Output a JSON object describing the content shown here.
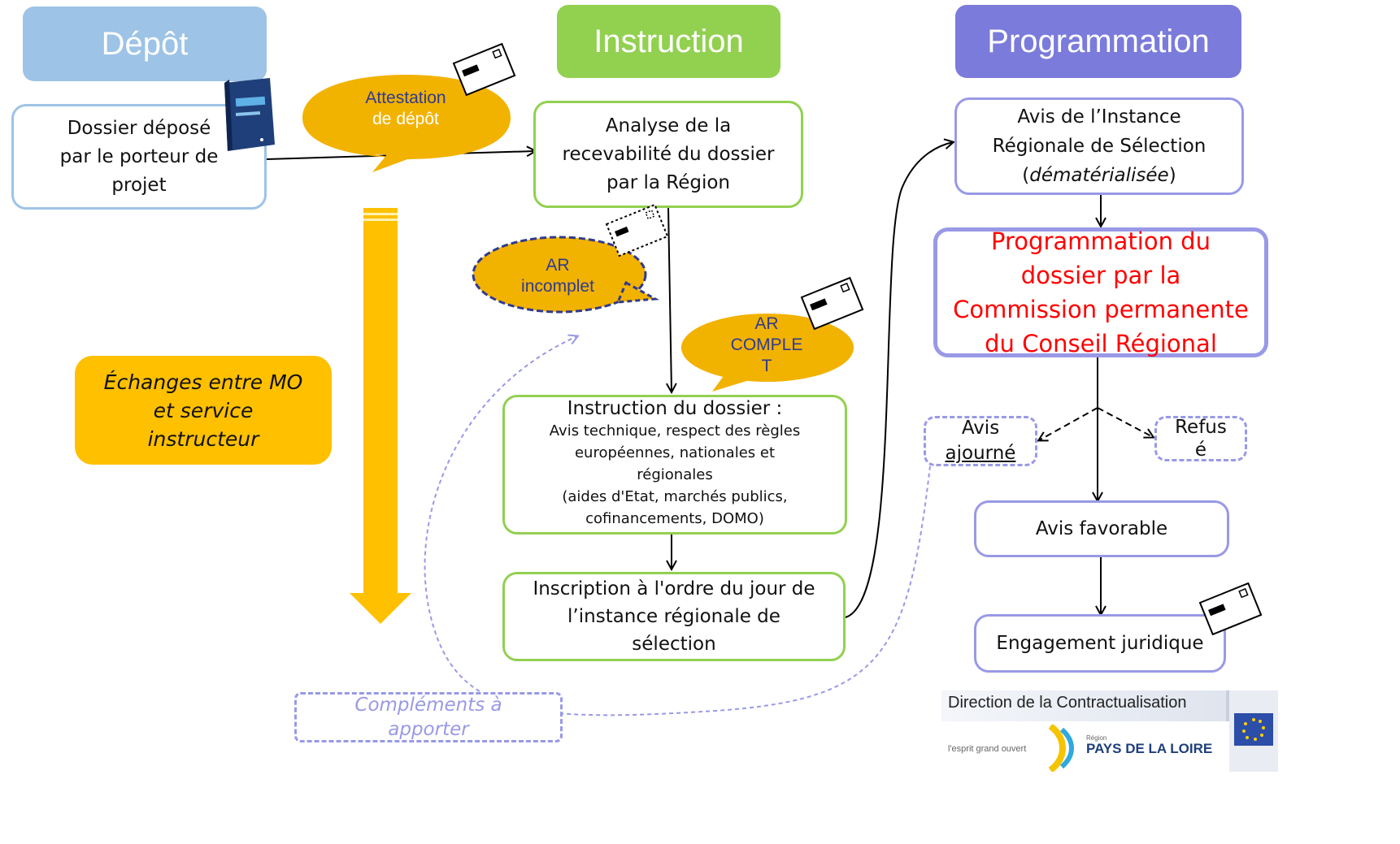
{
  "headers": {
    "depot": "Dépôt",
    "instruction": "Instruction",
    "programmation": "Programmation"
  },
  "depot_box": {
    "lines": [
      "Dossier déposé",
      "par le porteur de",
      "projet"
    ]
  },
  "bubbles": {
    "attestation": [
      "Attestation",
      "de dépôt"
    ],
    "ar_incomplet": [
      "AR",
      "incomplet"
    ],
    "ar_complet": [
      "AR",
      "COMPLE",
      "T"
    ]
  },
  "instruction_col": {
    "analyse": [
      "Analyse de la",
      "recevabilité du dossier",
      "par la Région"
    ],
    "instruction_title": "Instruction du dossier :",
    "instruction_detail": [
      "Avis technique, respect  des règles",
      "européennes, nationales et",
      "régionales",
      "(aides d'Etat, marchés publics,",
      "cofinancements, DOMO)"
    ],
    "inscription": [
      "Inscription à l'ordre du jour de",
      "l’instance régionale de",
      "sélection"
    ]
  },
  "programmation_col": {
    "avis_instance": [
      "Avis de l’Instance",
      "Régionale de Sélection"
    ],
    "avis_instance_italic": "dématérialisée",
    "programmation_dossier": [
      "Programmation du",
      "dossier par la",
      "Commission permanente",
      "du Conseil Régional"
    ],
    "avis_ajourne": [
      "Avis",
      "ajourné"
    ],
    "refuse": [
      "Refus",
      "é"
    ],
    "avis_favorable": "Avis  favorable",
    "engagement": "Engagement juridique"
  },
  "echanges": [
    "Échanges entre MO",
    "et service",
    "instructeur"
  ],
  "complements": [
    "Compléments à",
    "apporter"
  ],
  "logo": {
    "direction": "Direction de la Contractualisation",
    "tagline": "l'esprit grand ouvert",
    "region_small": "Région",
    "region": "PAYS DE LA LOIRE"
  },
  "colors": {
    "depot_header": "#9dc3e6",
    "instruction_header": "#92d050",
    "programmation_header": "#7b7bdb",
    "bubble": "#f2b200",
    "arrow_yellow": "#ffc000",
    "echanges_box": "#ffc000",
    "red_text": "#ff0000"
  },
  "icons": [
    "envelope-icon",
    "dossier-book-icon",
    "eu-flag-icon"
  ]
}
